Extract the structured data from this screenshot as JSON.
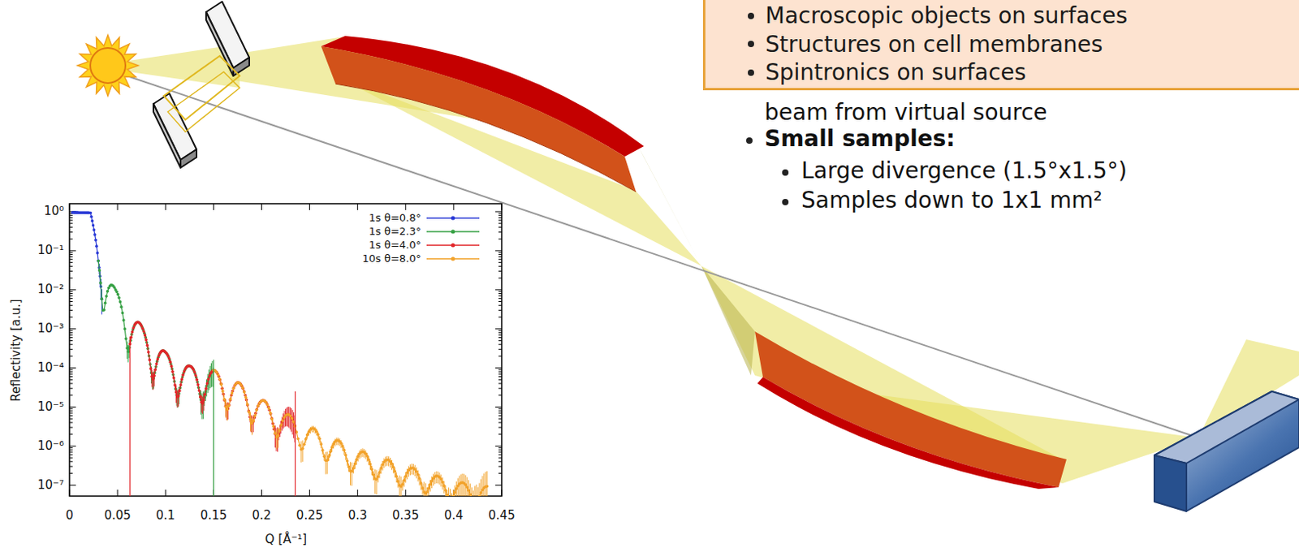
{
  "diagram": {
    "nodes": [
      {
        "text": [
          "Macroscopic objects on surfaces",
          "Structures on cell membranes",
          "Spintronics on surfaces"
        ]
      }
    ],
    "labels": [
      "10⁰",
      "10⁻¹",
      "10⁻²",
      "10⁻³",
      "10⁻⁴",
      "10⁻⁵",
      "10⁻⁶",
      "10⁻⁷",
      "0",
      "0.05",
      "0.1",
      "0.15",
      "0.2",
      "0.25",
      "0.3",
      "0.35",
      "0.4",
      "0.45",
      "Reflectivity [a.u.]",
      "Q [Å⁻¹]",
      "beam from virtual source",
      "Small samples:",
      "Large divergence (1.5°x1.5°)",
      "Samples down to 1x1 mm²"
    ],
    "legend": [
      {
        "text": "1s θ=0.8°",
        "color": "#2a3ad6"
      },
      {
        "text": "1s θ=2.3°",
        "color": "#36a044"
      },
      {
        "text": "1s θ=4.0°",
        "color": "#e2262a"
      },
      {
        "text": "10s θ=8.0°",
        "color": "#f2a22a"
      }
    ]
  }
}
